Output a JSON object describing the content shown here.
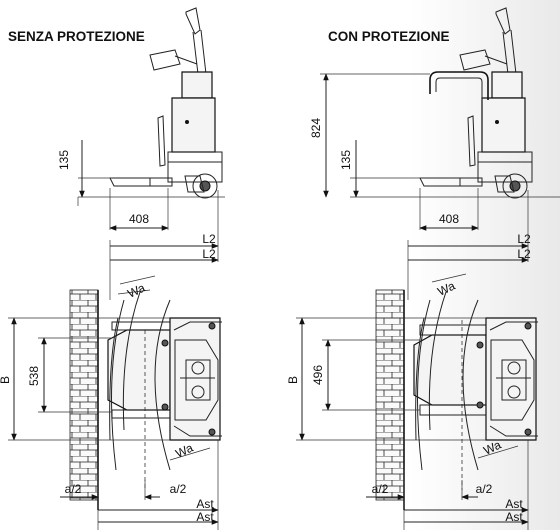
{
  "panels": {
    "left": {
      "title": "SENZA PROTEZIONE",
      "dims": {
        "height_135": "135",
        "length_408": "408",
        "l2_a": "L2",
        "l2_b": "L2",
        "width_b": "B",
        "width_538": "538",
        "wa_top": "Wa",
        "wa_bottom": "Wa",
        "a2_left": "a/2",
        "a2_right": "a/2",
        "ast_a": "Ast",
        "ast_b": "Ast"
      }
    },
    "right": {
      "title": "CON PROTEZIONE",
      "dims": {
        "height_824": "824",
        "height_135": "135",
        "length_408": "408",
        "l2_a": "L2",
        "l2_b": "L2",
        "width_b": "B",
        "width_496": "496",
        "wa_top": "Wa",
        "wa_bottom": "Wa",
        "a2_left": "a/2",
        "a2_right": "a/2",
        "ast_a": "Ast",
        "ast_b": "Ast"
      }
    }
  },
  "colors": {
    "line": "#222222",
    "background": "#ffffff",
    "shade": "#e9e9e9"
  }
}
